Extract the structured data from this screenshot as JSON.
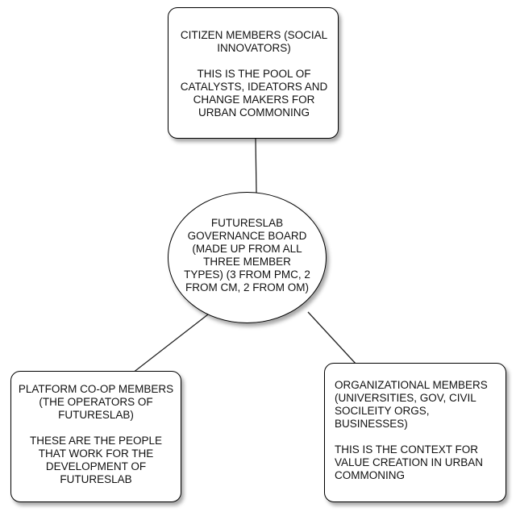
{
  "diagram": {
    "nodes": {
      "citizen": {
        "heading": "CITIZEN MEMBERS (SOCIAL\nINNOVATORS)",
        "body": "THIS IS THE POOL OF\nCATALYSTS, IDEATORS AND\nCHANGE MAKERS FOR\nURBAN COMMONING"
      },
      "board": {
        "text": "FUTURESLAB\nGOVERNANCE BOARD\n(MADE UP FROM ALL\nTHREE MEMBER\nTYPES) (3 FROM PMC, 2\nFROM CM, 2 FROM OM)"
      },
      "platform": {
        "heading": "PLATFORM CO-OP MEMBERS\n(THE OPERATORS OF\nFUTURESLAB)",
        "body": "THESE ARE THE PEOPLE\nTHAT WORK FOR THE\nDEVELOPMENT OF\nFUTURESLAB"
      },
      "organizational": {
        "heading": "ORGANIZATIONAL MEMBERS\n(UNIVERSITIES, GOV,   CIVIL\nSOCILEITY ORGS,\nBUSINESSES)",
        "body": "THIS IS THE CONTEXT FOR\nVALUE CREATION IN URBAN\nCOMMONING"
      }
    },
    "edges": [
      {
        "from": "citizen",
        "to": "board"
      },
      {
        "from": "board",
        "to": "platform"
      },
      {
        "from": "board",
        "to": "organizational"
      }
    ],
    "colors": {
      "node_fill": "#ffffff",
      "node_border": "#000000",
      "connector": "#222222",
      "text": "#111111"
    }
  }
}
